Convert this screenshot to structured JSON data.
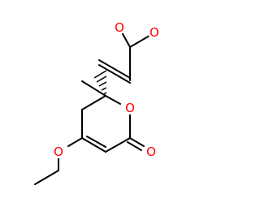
{
  "molecule": {
    "atoms": {
      "ester_carbonyl_oxygen": {
        "symbol": "O",
        "color": "#ff0000"
      },
      "ester_oxygen": {
        "symbol": "O",
        "color": "#ff0000"
      },
      "ring_oxygen": {
        "symbol": "O",
        "color": "#ff0000"
      },
      "lactone_carbonyl_oxygen": {
        "symbol": "O",
        "color": "#ff0000"
      },
      "ethoxy_oxygen": {
        "symbol": "O",
        "color": "#ff0000"
      }
    },
    "bond_color": "#000000",
    "stereo_center": "hashed-wedge"
  }
}
